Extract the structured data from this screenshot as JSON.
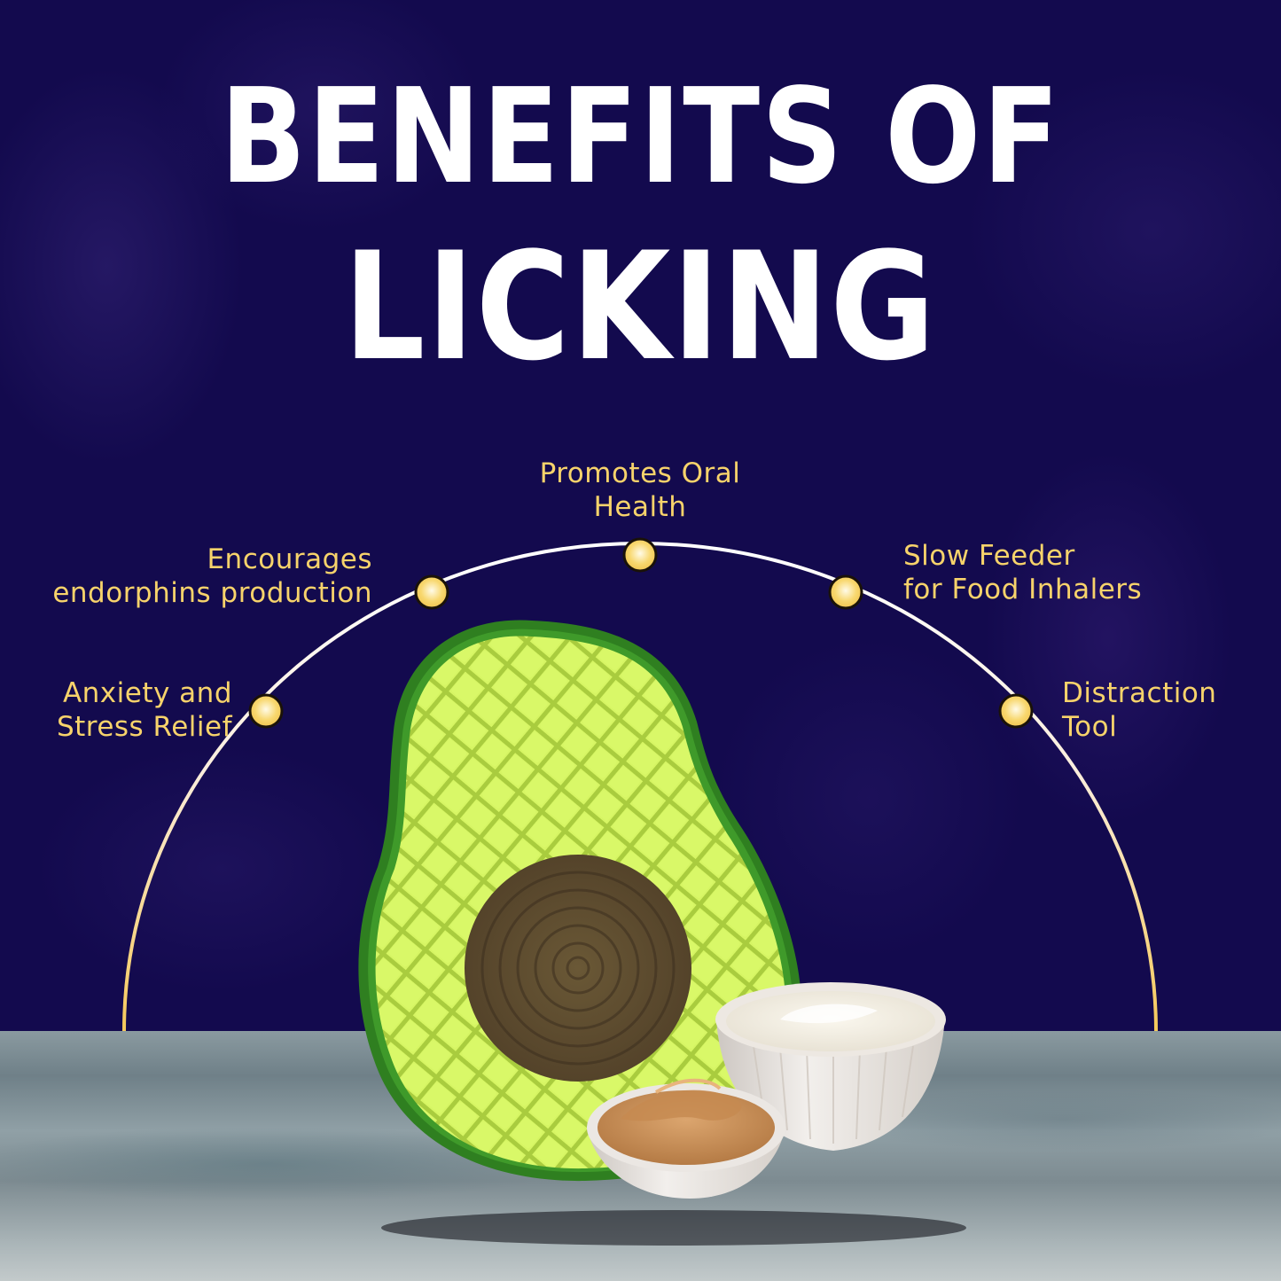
{
  "title": {
    "line1": "BENEFITS OF",
    "line2": "LICKING"
  },
  "benefits": [
    {
      "lines": [
        "Anxiety and",
        "Stress Relief"
      ],
      "position": "left"
    },
    {
      "lines": [
        "Encourages",
        "endorphins production"
      ],
      "position": "upper-left"
    },
    {
      "lines": [
        "Promotes Oral",
        "Health"
      ],
      "position": "top"
    },
    {
      "lines": [
        "Slow Feeder",
        "for Food Inhalers"
      ],
      "position": "upper-right"
    },
    {
      "lines": [
        "Distraction",
        "Tool"
      ],
      "position": "right"
    }
  ],
  "product": {
    "name": "avocado lick mat",
    "accompaniments": [
      "peanut butter bowl",
      "yogurt bowl"
    ]
  },
  "colors": {
    "background": "#130a4e",
    "title": "#ffffff",
    "label": "#f7d36b",
    "dot": "#f5cf57",
    "arc_top": "#ffffff",
    "arc_bottom": "#f5c95a",
    "mat_outer": "#2e7d1f",
    "mat_inner": "#d4f25e",
    "pit": "#5b4a2e"
  }
}
